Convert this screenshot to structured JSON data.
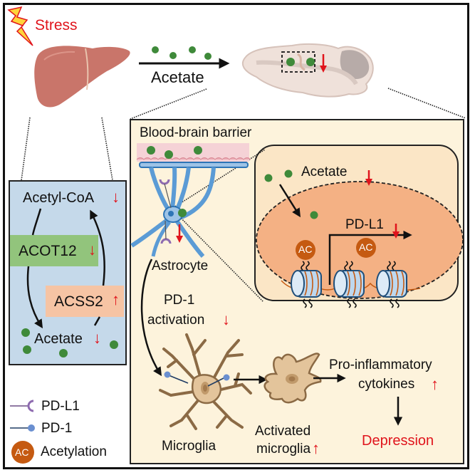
{
  "top": {
    "stress_label": "Stress",
    "acetate_label": "Acetate"
  },
  "liver_panel": {
    "acetyl_coa": "Acetyl-CoA",
    "acot12": "ACOT12",
    "acss2": "ACSS2",
    "acetate": "Acetate",
    "down": "↓",
    "up": "↑"
  },
  "main_panel": {
    "bbb_label": "Blood-brain barrier",
    "astrocyte_label": "Astrocyte",
    "pd1_activation_line1": "PD-1",
    "pd1_activation_line2": "activation",
    "microglia_label": "Microglia",
    "activated_line1": "Activated",
    "activated_line2": "microglia",
    "cytokines_line1": "Pro-inflammatory",
    "cytokines_line2": "cytokines",
    "depression_label": "Depression"
  },
  "nucleus_panel": {
    "acetate_label": "Acetate",
    "pdl1_label": "PD-L1",
    "ac_badge": "AC"
  },
  "legend": {
    "items": [
      {
        "icon": "pd-l1-receptor-icon",
        "label": "PD-L1"
      },
      {
        "icon": "pd-1-ligand-icon",
        "label": "PD-1"
      },
      {
        "icon": "acetylation-badge-icon",
        "label": "Acetylation",
        "badge": "AC"
      }
    ]
  },
  "colors": {
    "red_indicator": "#e0141c",
    "acetate_dot": "#3f8a3a",
    "liver": "#c9756a",
    "astrocyte": "#5b9bd5",
    "microglia": "#d9b48a",
    "ac_badge": "#c55a11",
    "nucleus": "#f4b184",
    "pd1": "#6a8fd0",
    "pdl1": "#8e6bb0"
  }
}
